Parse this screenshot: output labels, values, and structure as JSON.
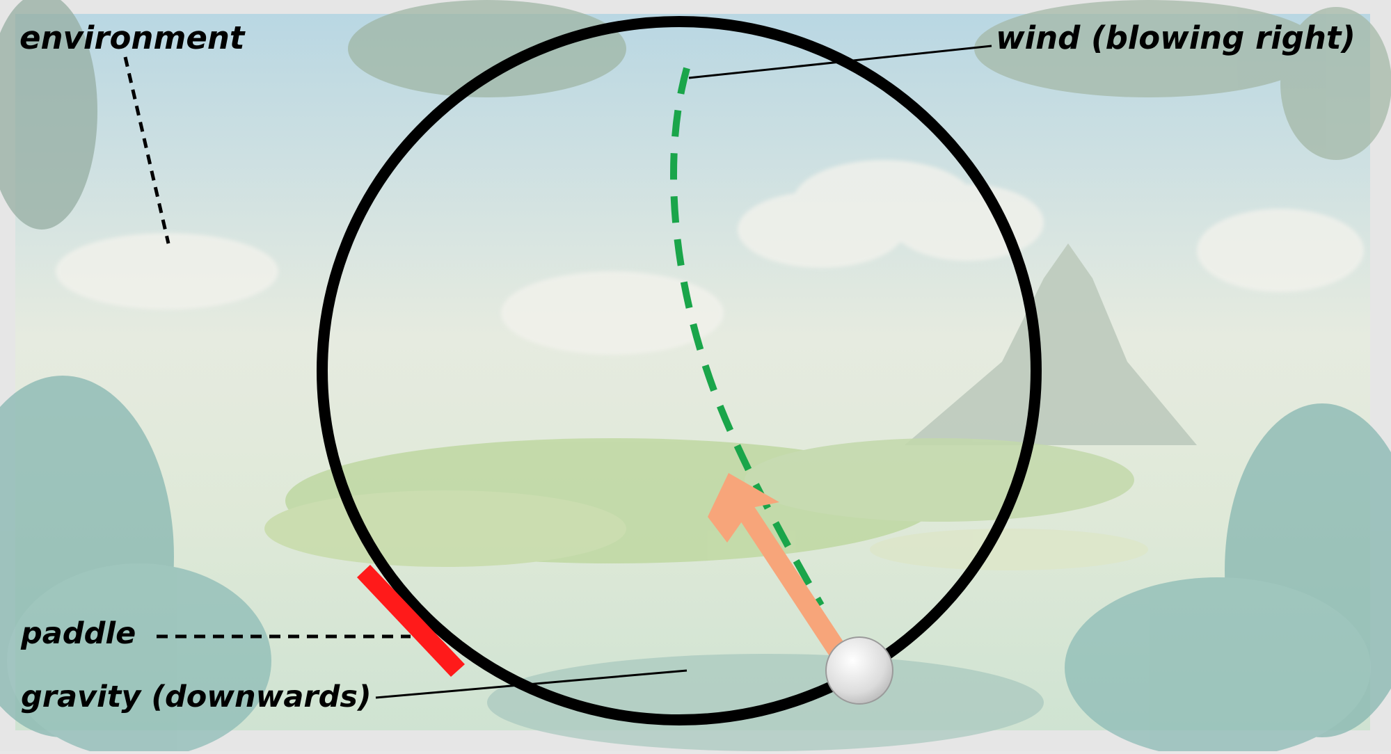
{
  "labels": {
    "environment": "environment",
    "wind": "wind (blowing right)",
    "paddle": "paddle",
    "gravity": "gravity (downwards)"
  },
  "colors": {
    "outer_border": "#e6e6e6",
    "sky_top": "#bcd9e4",
    "sky_bottom": "#e9ecdc",
    "ring": "#000000",
    "paddle": "#ff1a1a",
    "wind_path": "#1aa54a",
    "gravity_arrow": "#f7a57a",
    "ball": "#e6e6e6",
    "foliage": "#8fb9b4",
    "island": "#b7d49a",
    "volcano": "#b5c7b8"
  },
  "icons": {
    "ball": "ball-icon",
    "paddle": "paddle-icon",
    "arrow": "gravity-arrow-icon"
  }
}
